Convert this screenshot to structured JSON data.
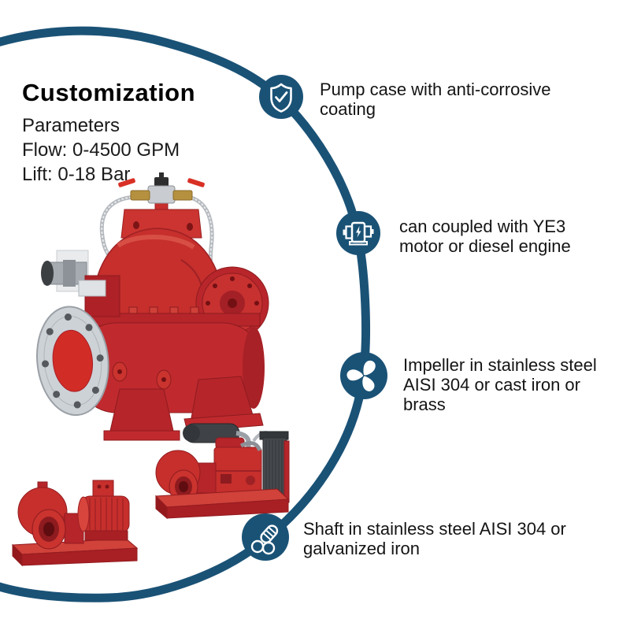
{
  "title_block": {
    "heading": "Customization",
    "lines": [
      "Parameters",
      "Flow: 0-4500 GPM",
      "Lift: 0-18 Bar"
    ]
  },
  "features": [
    {
      "icon": "shield-check-icon",
      "lines": [
        "Pump case with anti-corrosive",
        "coating"
      ]
    },
    {
      "icon": "electric-motor-icon",
      "lines": [
        "can coupled with YE3",
        "motor or diesel engine"
      ]
    },
    {
      "icon": "impeller-fan-icon",
      "lines": [
        "Impeller in stainless steel",
        "AISI 304 or cast iron or",
        "brass"
      ]
    },
    {
      "icon": "shaft-bundle-icon",
      "lines": [
        "Shaft in stainless steel AISI 304 or",
        "galvanized iron"
      ]
    }
  ],
  "illustrations": [
    {
      "name": "main-split-case-pump"
    },
    {
      "name": "motor-pump-set"
    },
    {
      "name": "diesel-engine-pump-set"
    }
  ],
  "colors": {
    "accent_blue": "#1a5276",
    "pump_red": "#c62f2c",
    "pump_red_dark": "#8e1b1f",
    "text": "#111111",
    "background": "#ffffff"
  }
}
